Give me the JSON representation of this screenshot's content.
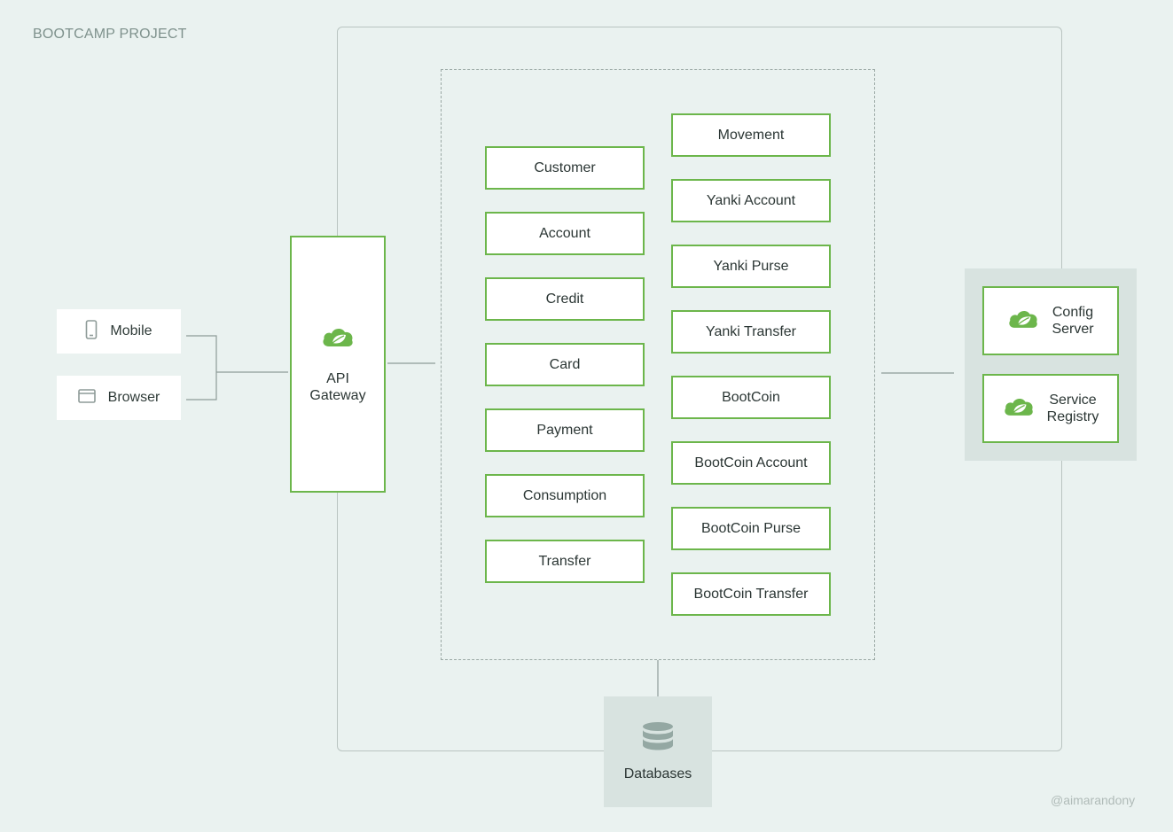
{
  "project": {
    "title": "BOOTCAMP PROJECT"
  },
  "clients": [
    {
      "label": "Mobile",
      "icon": "mobile-phone-icon"
    },
    {
      "label": "Browser",
      "icon": "browser-window-icon"
    }
  ],
  "gateway": {
    "label_line1": "API",
    "label_line2": "Gateway",
    "icon": "spring-leaf-cloud-icon"
  },
  "services_left": [
    "Customer",
    "Account",
    "Credit",
    "Card",
    "Payment",
    "Consumption",
    "Transfer"
  ],
  "services_right": [
    "Movement",
    "Yanki Account",
    "Yanki Purse",
    "Yanki Transfer",
    "BootCoin",
    "BootCoin Account",
    "BootCoin Purse",
    "BootCoin Transfer"
  ],
  "infra": [
    {
      "line1": "Config",
      "line2": "Server",
      "icon": "spring-leaf-cloud-icon"
    },
    {
      "line1": "Service",
      "line2": "Registry",
      "icon": "spring-leaf-cloud-icon"
    }
  ],
  "database": {
    "label": "Databases",
    "icon": "database-icon"
  },
  "watermark": "@aimarandony",
  "colors": {
    "accent": "#6cb64b",
    "background": "#eaf2f0",
    "panel": "#d8e3e0",
    "line": "#8e9b98"
  }
}
